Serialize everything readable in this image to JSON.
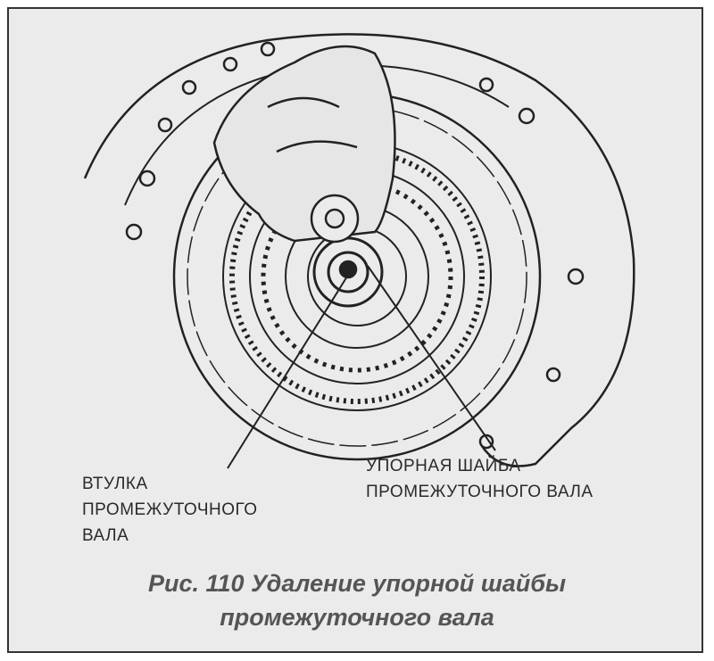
{
  "figure": {
    "label_bushing": [
      "ВТУЛКА",
      "ПРОМЕЖУТОЧНОГО",
      "ВАЛА"
    ],
    "label_washer": [
      "УПОРНАЯ ШАЙБА",
      "ПРОМЕЖУТОЧНОГО ВАЛА"
    ],
    "caption": [
      "Рис. 110 Удаление упорной шайбы",
      "промежуточного вала"
    ]
  }
}
